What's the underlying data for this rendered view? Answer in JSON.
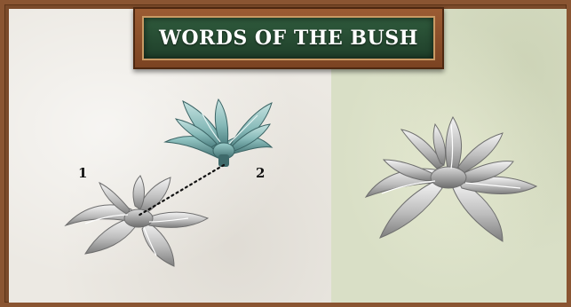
{
  "title": "WORDS OF THE BUSH",
  "labels": {
    "part_1": "1",
    "part_2": "2"
  },
  "colors": {
    "frame_wood": "#8a5532",
    "banner_green": "#2f5a3c",
    "left_panel": "#ece9e3",
    "right_panel": "#d9dfc6",
    "top_piece_teal": "#7fb2b1",
    "base_piece_silver": "#c9c9c9"
  },
  "icons": {
    "top_piece": "teal-leaf-cluster-icon",
    "base_piece": "silver-leaf-base-icon",
    "assembled": "assembled-bush-icon"
  }
}
